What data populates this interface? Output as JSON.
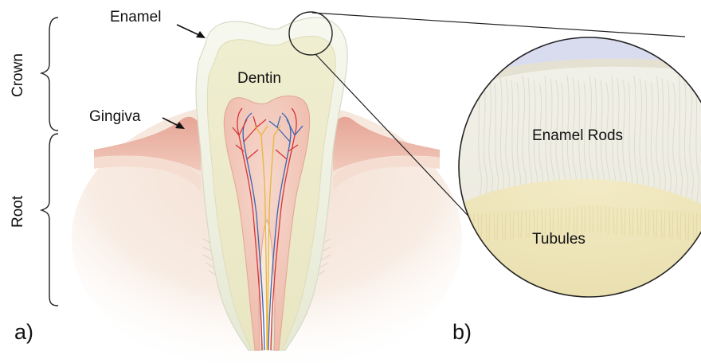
{
  "figure": {
    "labels": {
      "enamel": "Enamel",
      "dentin": "Dentin",
      "gingiva": "Gingiva",
      "crown": "Crown",
      "root": "Root",
      "panel_a": "a)",
      "panel_b": "b)",
      "enamel_rods": "Enamel Rods",
      "tubules": "Tubules"
    },
    "colors": {
      "enamel": "#eef0e0",
      "dentin": "#ecebc9",
      "pulp": "#f1c9bd",
      "gingiva": "#e8b0a2",
      "bone": "#f6e6da",
      "artery": "#d8343a",
      "vein": "#3a66b5",
      "nerve": "#e7b63c",
      "magnifier_sky": "#d9dcef",
      "enamel_rods": "#efeee5",
      "tubules": "#eee4b8"
    }
  }
}
